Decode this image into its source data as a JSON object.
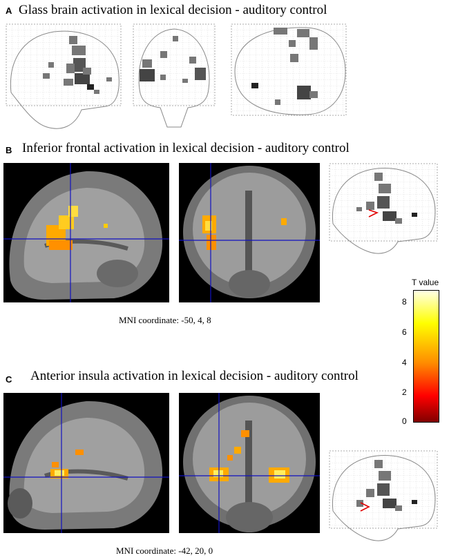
{
  "panels": {
    "a": {
      "letter": "A",
      "title": "Glass brain activation in lexical decision - auditory control"
    },
    "b": {
      "letter": "B",
      "title": "Inferior frontal activation in lexical decision - auditory control",
      "coordinate": "MNI coordinate: -50, 4, 8"
    },
    "c": {
      "letter": "C",
      "title": "Anterior insula activation in lexical decision - auditory control",
      "coordinate": "MNI coordinate: -42, 20, 0"
    }
  },
  "colorbar": {
    "label": "T value",
    "ticks": [
      "8",
      "6",
      "4",
      "2",
      "0"
    ],
    "colors": {
      "top": "#ffffe0",
      "upper": "#ffff00",
      "mid": "#ff8000",
      "low": "#ff0000",
      "bottom": "#800000"
    }
  },
  "colors": {
    "crosshair": "#1010c0",
    "cursor": "#e00000",
    "activation": "#ffaa00"
  }
}
